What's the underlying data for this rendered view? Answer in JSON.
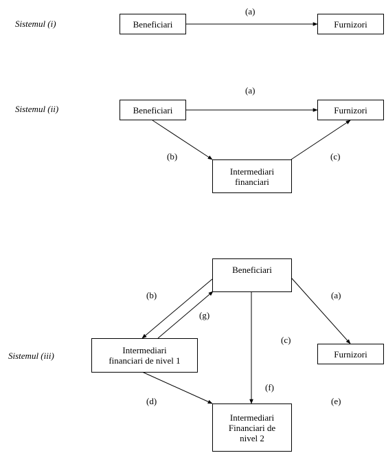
{
  "system1": {
    "label": "Sistemul (i)",
    "beneficiari": "Beneficiari",
    "furnizori": "Furnizori",
    "edge_a": "(a)"
  },
  "system2": {
    "label": "Sistemul (ii)",
    "beneficiari": "Beneficiari",
    "furnizori": "Furnizori",
    "intermediari_line1": "Intermediari",
    "intermediari_line2": "financiari",
    "edge_a": "(a)",
    "edge_b": "(b)",
    "edge_c": "(c)"
  },
  "system3": {
    "label": "Sistemul (iii)",
    "beneficiari": "Beneficiari",
    "furnizori": "Furnizori",
    "nivel1_line1": "Intermediari",
    "nivel1_line2": "financiari de nivel 1",
    "nivel2_line1": "Intermediari",
    "nivel2_line2": "Financiari de",
    "nivel2_line3": "nivel 2",
    "edge_a": "(a)",
    "edge_b": "(b)",
    "edge_c": "(c)",
    "edge_d": "(d)",
    "edge_e": "(e)",
    "edge_f": "(f)",
    "edge_g": "(g)"
  },
  "colors": {
    "line": "#000000",
    "background": "#ffffff"
  }
}
